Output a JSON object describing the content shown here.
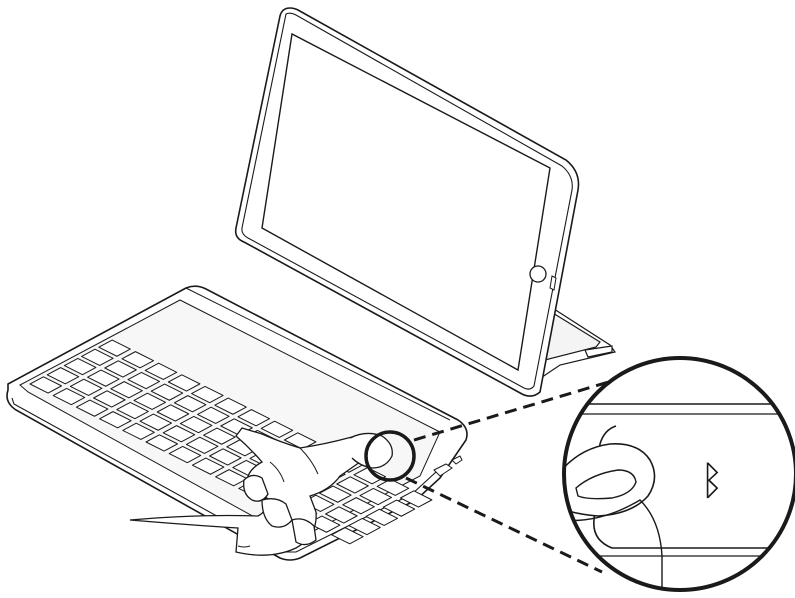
{
  "figure": {
    "bluetooth_symbol": "ᛒ",
    "icons": [
      "tablet-illustration",
      "keyboard-illustration",
      "hand-illustration",
      "bluetooth-icon",
      "magnifier-callout"
    ]
  },
  "colors": {
    "stroke": "#1a1a1a",
    "background": "#ffffff",
    "fill_light": "#f2f2f2"
  }
}
